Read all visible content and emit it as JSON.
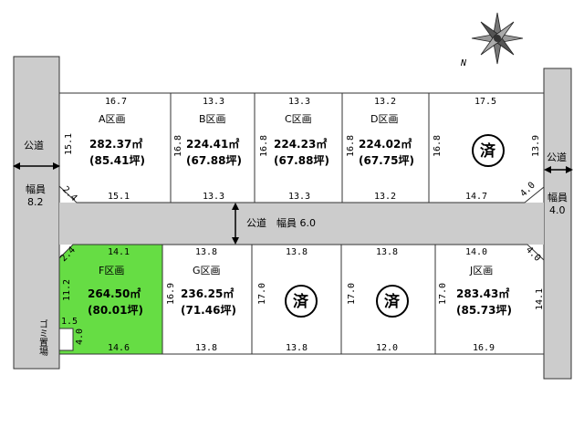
{
  "roads": {
    "left_label": "公道",
    "left_width_label": "幅員",
    "left_width": "8.2",
    "right_label": "公道",
    "right_width_label": "幅員",
    "right_width": "4.0",
    "center_label": "公道　幅員 6.0"
  },
  "garbage": {
    "label": "ゴミ置場",
    "d1": "1.5",
    "d2": "4.0"
  },
  "compass": {
    "label": "N"
  },
  "sold_mark": "済",
  "lots": {
    "A": {
      "name": "A区画",
      "area": "282.37㎡",
      "tsubo": "(85.41坪)",
      "top": "16.7",
      "bottom": "15.1",
      "left": "15.1",
      "corner": "2.4"
    },
    "B": {
      "name": "B区画",
      "area": "224.41㎡",
      "tsubo": "(67.88坪)",
      "top": "13.3",
      "bottom": "13.3",
      "left": "16.8"
    },
    "C": {
      "name": "C区画",
      "area": "224.23㎡",
      "tsubo": "(67.88坪)",
      "top": "13.3",
      "bottom": "13.3",
      "left": "16.8"
    },
    "D": {
      "name": "D区画",
      "area": "224.02㎡",
      "tsubo": "(67.75坪)",
      "top": "13.2",
      "bottom": "13.2",
      "left": "16.8"
    },
    "E": {
      "top": "17.5",
      "bottom": "14.7",
      "left": "16.8",
      "right": "13.9",
      "corner": "4.0"
    },
    "F": {
      "name": "F区画",
      "area": "264.50㎡",
      "tsubo": "(80.01坪)",
      "top": "14.1",
      "bottom": "14.6",
      "left": "11.2",
      "corner": "2.4",
      "highlight": "#66dd44"
    },
    "G": {
      "name": "G区画",
      "area": "236.25㎡",
      "tsubo": "(71.46坪)",
      "top": "13.8",
      "bottom": "13.8",
      "left": "16.9"
    },
    "H": {
      "top": "13.8",
      "bottom": "13.8",
      "left": "17.0"
    },
    "I": {
      "top": "13.8",
      "bottom": "12.0",
      "left": "17.0"
    },
    "J": {
      "name": "J区画",
      "area": "283.43㎡",
      "tsubo": "(85.73坪)",
      "top": "14.0",
      "bottom": "16.9",
      "left": "17.0",
      "right": "14.1",
      "corner": "4.0"
    }
  }
}
